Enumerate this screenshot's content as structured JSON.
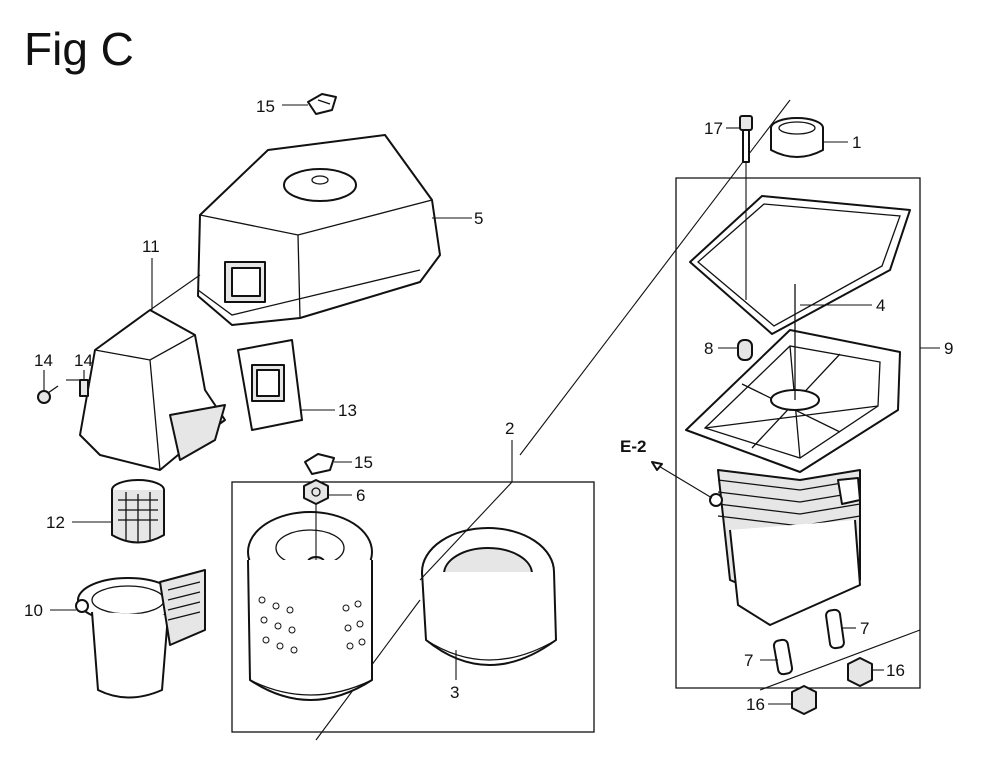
{
  "figure": {
    "title": "Fig C"
  },
  "section_ref": {
    "label": "E-2"
  },
  "callouts": [
    {
      "id": "c15a",
      "text": "15"
    },
    {
      "id": "c5",
      "text": "5"
    },
    {
      "id": "c11",
      "text": "11"
    },
    {
      "id": "c14a",
      "text": "14"
    },
    {
      "id": "c14b",
      "text": "14"
    },
    {
      "id": "c13",
      "text": "13"
    },
    {
      "id": "c15b",
      "text": "15"
    },
    {
      "id": "c6",
      "text": "6"
    },
    {
      "id": "c12",
      "text": "12"
    },
    {
      "id": "c10",
      "text": "10"
    },
    {
      "id": "c2",
      "text": "2"
    },
    {
      "id": "c3",
      "text": "3"
    },
    {
      "id": "c17",
      "text": "17"
    },
    {
      "id": "c1",
      "text": "1"
    },
    {
      "id": "c4",
      "text": "4"
    },
    {
      "id": "c8",
      "text": "8"
    },
    {
      "id": "c9",
      "text": "9"
    },
    {
      "id": "c7a",
      "text": "7"
    },
    {
      "id": "c7b",
      "text": "7"
    },
    {
      "id": "c16a",
      "text": "16"
    },
    {
      "id": "c16b",
      "text": "16"
    }
  ]
}
